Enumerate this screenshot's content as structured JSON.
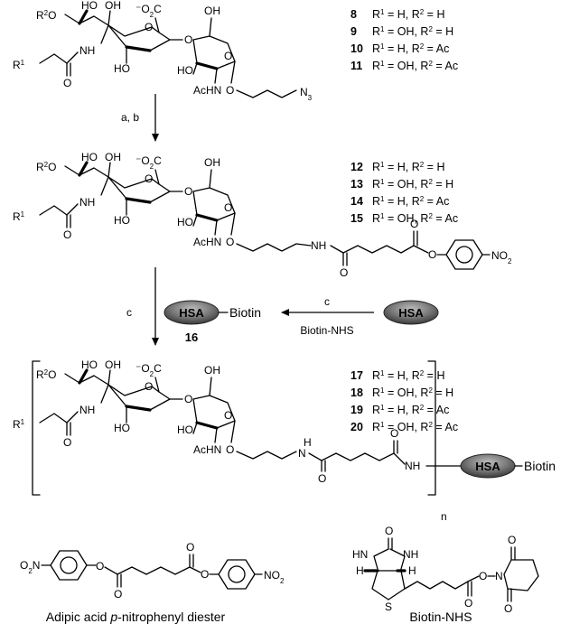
{
  "compound_groups": [
    {
      "numbers": [
        "8",
        "9",
        "10",
        "11"
      ],
      "r1": [
        "H",
        "OH",
        "H",
        "OH"
      ],
      "r2": [
        "H",
        "H",
        "Ac",
        "Ac"
      ]
    },
    {
      "numbers": [
        "12",
        "13",
        "14",
        "15"
      ],
      "r1": [
        "H",
        "OH",
        "H",
        "OH"
      ],
      "r2": [
        "H",
        "H",
        "Ac",
        "Ac"
      ]
    },
    {
      "numbers": [
        "17",
        "18",
        "19",
        "20"
      ],
      "r1": [
        "H",
        "OH",
        "H",
        "OH"
      ],
      "r2": [
        "H",
        "H",
        "Ac",
        "Ac"
      ]
    }
  ],
  "arrows": {
    "step1": "a, b",
    "step2": "c",
    "step3": "c",
    "reagent3": "Biotin-NHS"
  },
  "protein": {
    "hsa": "HSA",
    "biotin": "Biotin",
    "conjugate_number": "16"
  },
  "polymer_subscript": "n",
  "captions": {
    "left": "Adipic acid p-nitrophenyl diester",
    "left_italic": "p",
    "left_pre": "Adipic acid ",
    "left_post": "-nitrophenyl diester",
    "right": "Biotin-NHS"
  }
}
